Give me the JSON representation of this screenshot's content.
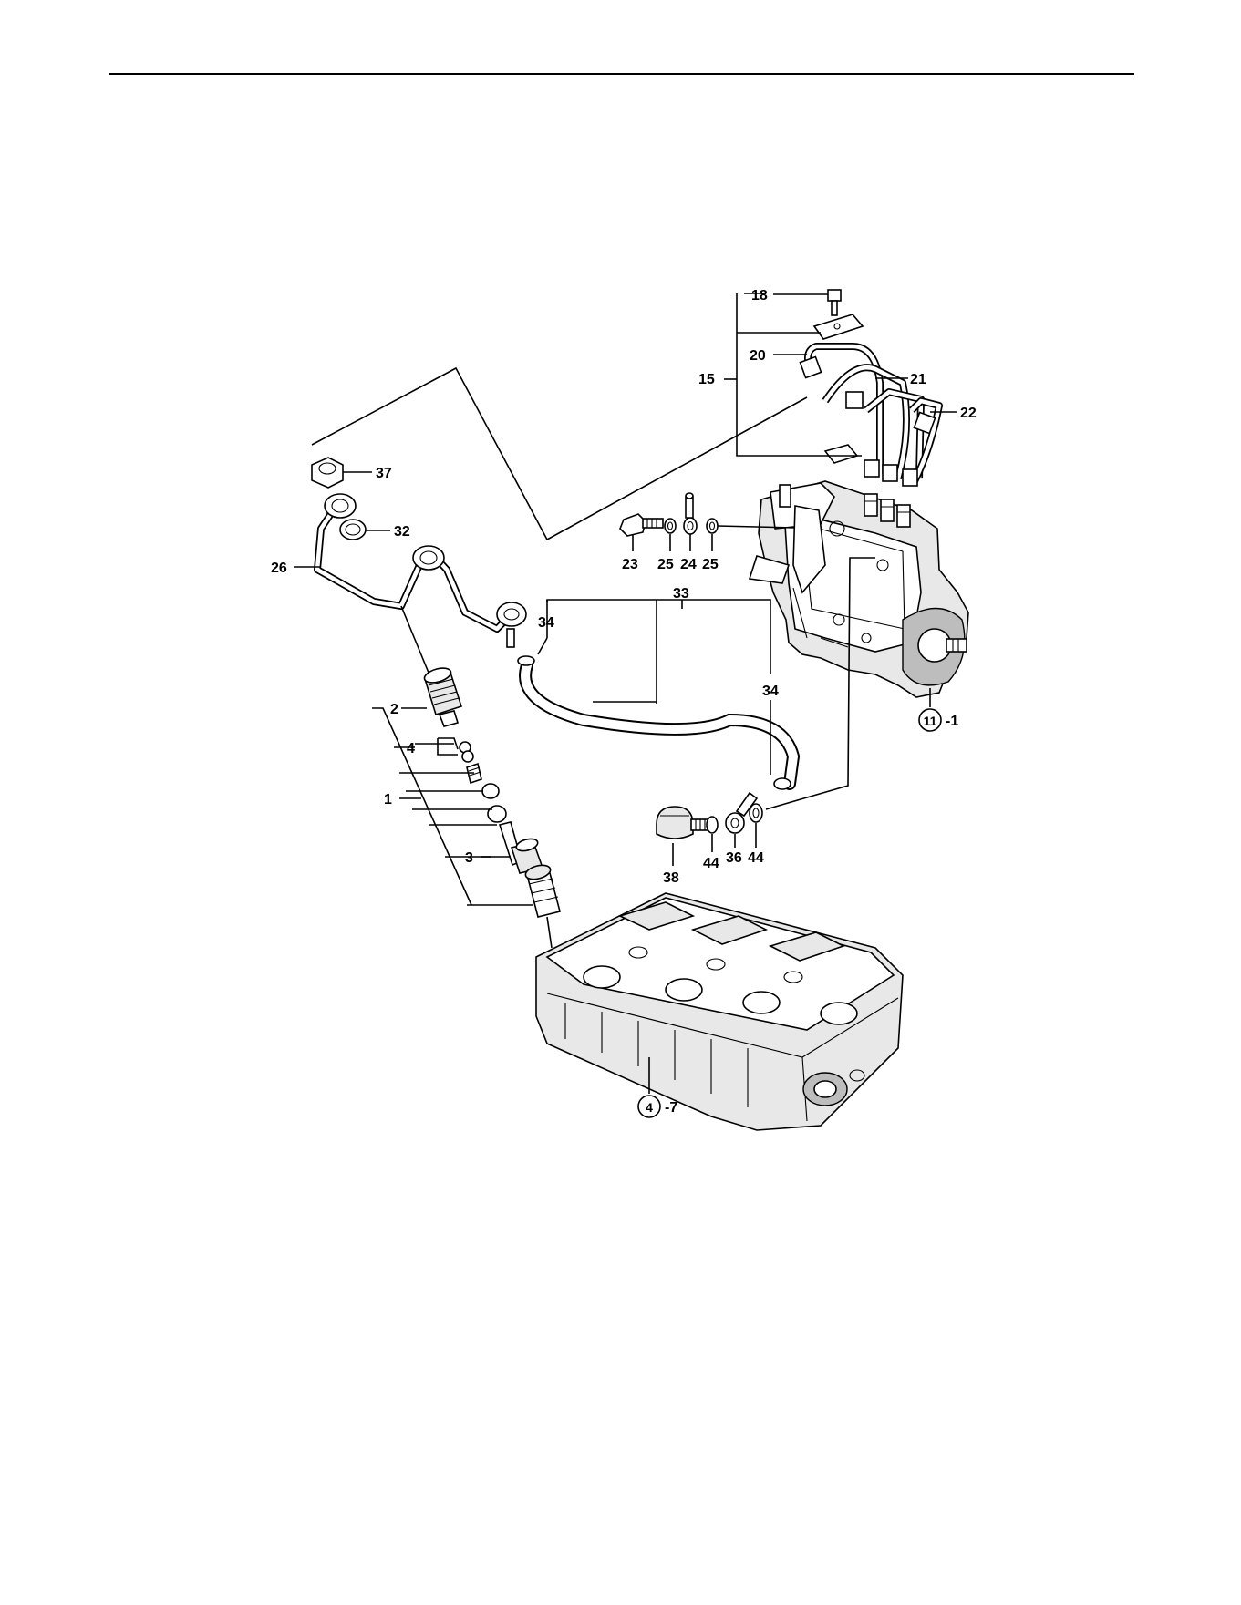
{
  "callouts": [
    {
      "id": "c18",
      "text": "18"
    },
    {
      "id": "c20",
      "text": "20"
    },
    {
      "id": "c15",
      "text": "15"
    },
    {
      "id": "c21",
      "text": "21"
    },
    {
      "id": "c22",
      "text": "22"
    },
    {
      "id": "c37",
      "text": "37"
    },
    {
      "id": "c32",
      "text": "32"
    },
    {
      "id": "c26",
      "text": "26"
    },
    {
      "id": "c23",
      "text": "23"
    },
    {
      "id": "c25a",
      "text": "25"
    },
    {
      "id": "c24",
      "text": "24"
    },
    {
      "id": "c25b",
      "text": "25"
    },
    {
      "id": "c33",
      "text": "33"
    },
    {
      "id": "c34a",
      "text": "34"
    },
    {
      "id": "c34b",
      "text": "34"
    },
    {
      "id": "c2",
      "text": "2"
    },
    {
      "id": "c4",
      "text": "4"
    },
    {
      "id": "c1",
      "text": "1"
    },
    {
      "id": "c3",
      "text": "3"
    },
    {
      "id": "c38",
      "text": "38"
    },
    {
      "id": "c44a",
      "text": "44"
    },
    {
      "id": "c36",
      "text": "36"
    },
    {
      "id": "c44b",
      "text": "44"
    }
  ],
  "references": [
    {
      "id": "ref-pump",
      "circled": "11",
      "suffix": "-1"
    },
    {
      "id": "ref-head",
      "circled": "4",
      "suffix": "-7"
    }
  ]
}
